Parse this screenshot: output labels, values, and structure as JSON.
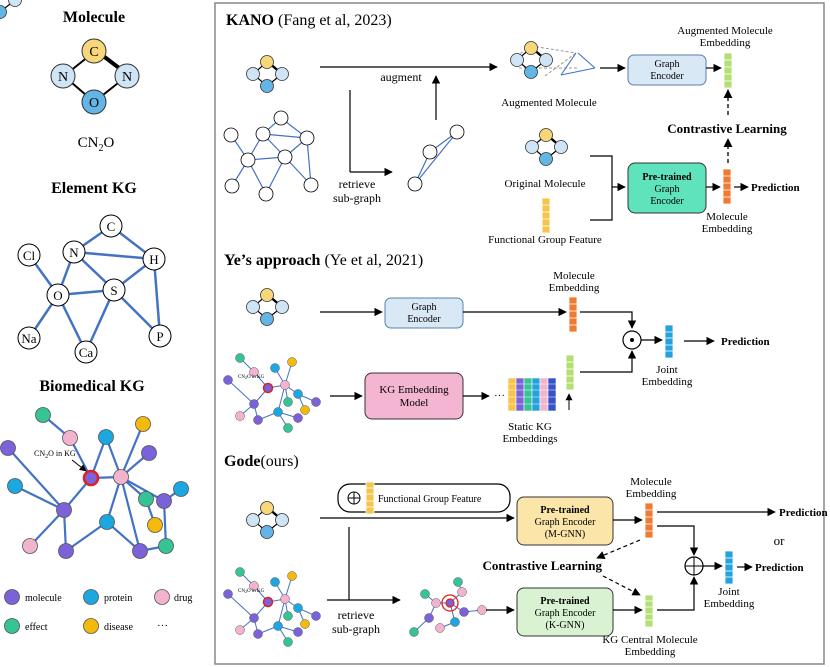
{
  "colors": {
    "carbon": "#f7d77a",
    "nitrogen": "#cfe5f5",
    "oxygen": "#63b5e6",
    "edge": "#4472c4",
    "encoder_fill": "#d9e8f5",
    "encoder_stroke": "#5b7fa6",
    "pretrained_fill": "#fbe5a8",
    "kgnn_fill": "#d8f2d2",
    "kano_pre_fill": "#5fe3bc",
    "kg_model_fill": "#f4b5d3",
    "molecule": "#7b62d9",
    "protein": "#1da7e0",
    "drug": "#f2b3cf",
    "effect": "#36c496",
    "disease": "#f3b90c",
    "vec_orange": "#f07a32",
    "vec_green": "#b3df74",
    "vec_yellow": "#f6c44a",
    "vec_blue": "#23a2df",
    "highlight": "#e02020",
    "panel_border": "#888888"
  },
  "left": {
    "molecule_title": "Molecule",
    "molecule_atoms": {
      "c": "C",
      "n1": "N",
      "n2": "N",
      "o": "O"
    },
    "formula": {
      "a": "CN",
      "sub": "2",
      "b": "O"
    },
    "element_kg_title": "Element KG",
    "element_kg_nodes": {
      "c": "C",
      "n": "N",
      "h": "H",
      "cl": "Cl",
      "o": "O",
      "s": "S",
      "na": "Na",
      "ca": "Ca",
      "p": "P"
    },
    "biomedical_kg_title": "Biomedical KG",
    "kg_label": {
      "a": "CN",
      "sub": "2",
      "b": "O in KG"
    },
    "legend": {
      "molecule": "molecule",
      "protein": "protein",
      "drug": "drug",
      "effect": "effect",
      "disease": "disease",
      "more": "···"
    }
  },
  "kano": {
    "title_bold": "KANO",
    "title_cite": "(Fang et al, 2023)",
    "augment": "augment",
    "augmented_molecule": "Augmented Molecule",
    "graph_encoder": [
      "Graph",
      "Encoder"
    ],
    "augmented_embedding": [
      "Augmented Molecule",
      "Embedding"
    ],
    "contrastive": "Contrastive Learning",
    "retrieve": [
      "retrieve",
      "sub-graph"
    ],
    "original_molecule": "Original Molecule",
    "pretrained": [
      "Pre-trained",
      "Graph",
      "Encoder"
    ],
    "prediction": "Prediction",
    "molecule_embedding": [
      "Molecule",
      "Embedding"
    ],
    "functional_group": "Functional Group Feature"
  },
  "ye": {
    "title_bold": "Ye’s approach",
    "title_cite": "(Ye et al, 2021)",
    "graph_encoder": [
      "Graph",
      "Encoder"
    ],
    "molecule_embedding": [
      "Molecule",
      "Embedding"
    ],
    "kg_model": [
      "KG Embedding",
      "Model"
    ],
    "static_kg": [
      "Static KG",
      "Embeddings"
    ],
    "joint_embedding": [
      "Joint",
      "Embedding"
    ],
    "prediction": "Prediction",
    "dot_op": "⊙",
    "ellipsis": "···"
  },
  "gode": {
    "title_bold": "Gode",
    "title_cite": "(ours)",
    "functional_group": "Functional Group Feature",
    "plus_op": "⊕",
    "mgnn": [
      "Pre-trained",
      "Graph Encoder",
      "(M-GNN)"
    ],
    "kgnn": [
      "Pre-trained",
      "Graph Encoder",
      "(K-GNN)"
    ],
    "molecule_embedding": [
      "Molecule",
      "Embedding"
    ],
    "prediction": "Prediction",
    "or": "or",
    "contrastive": "Contrastive Learning",
    "joint_embedding": [
      "Joint",
      "Embedding"
    ],
    "retrieve": [
      "retrieve",
      "sub-graph"
    ],
    "kg_central": [
      "KG Central Molecule",
      "Embedding"
    ]
  }
}
